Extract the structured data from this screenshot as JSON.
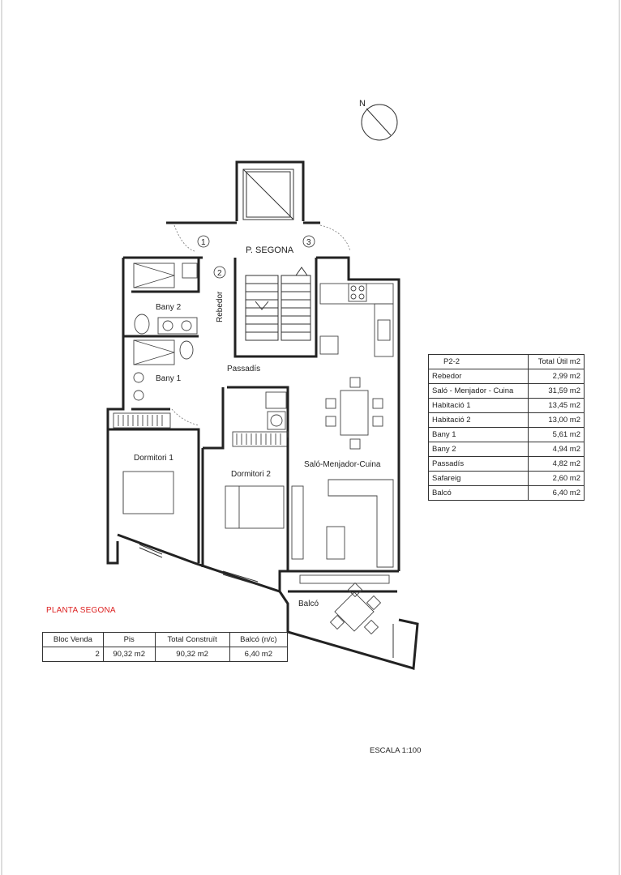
{
  "compass": {
    "label": "N"
  },
  "plan": {
    "floor_label": "P. SEGONA",
    "door_numbers": [
      "1",
      "2",
      "3"
    ],
    "rooms": {
      "rebedor": "Rebedor",
      "bany2": "Bany 2",
      "bany1": "Bany 1",
      "passadis": "Passadís",
      "dormitori1": "Dormitori 1",
      "dormitori2": "Dormitori 2",
      "salo": "Saló-Menjador-Cuina",
      "balco": "Balcó"
    }
  },
  "area_table": {
    "header": {
      "name": "P2-2",
      "value": "Total Útil m2"
    },
    "rows": [
      {
        "name": "Rebedor",
        "value": "2,99  m2"
      },
      {
        "name": "Saló - Menjador - Cuina",
        "value": "31,59  m2"
      },
      {
        "name": "Habitació 1",
        "value": "13,45  m2"
      },
      {
        "name": "Habitació 2",
        "value": "13,00  m2"
      },
      {
        "name": "Bany 1",
        "value": "5,61  m2"
      },
      {
        "name": "Bany 2",
        "value": "4,94  m2"
      },
      {
        "name": "Passadís",
        "value": "4,82  m2"
      },
      {
        "name": "Safareig",
        "value": "2,60  m2"
      },
      {
        "name": "Balcó",
        "value": "6,40  m2"
      }
    ]
  },
  "plan_title": "PLANTA SEGONA",
  "sale_table": {
    "headers": [
      "Bloc Venda",
      "Pis",
      "Total Construït",
      "Balcó (n/c)"
    ],
    "row": [
      "2",
      "90,32 m2",
      "90,32 m2",
      "6,40 m2"
    ]
  },
  "scale": "ESCALA 1:100",
  "colors": {
    "title": "#dd2222",
    "wall": "#222222"
  }
}
